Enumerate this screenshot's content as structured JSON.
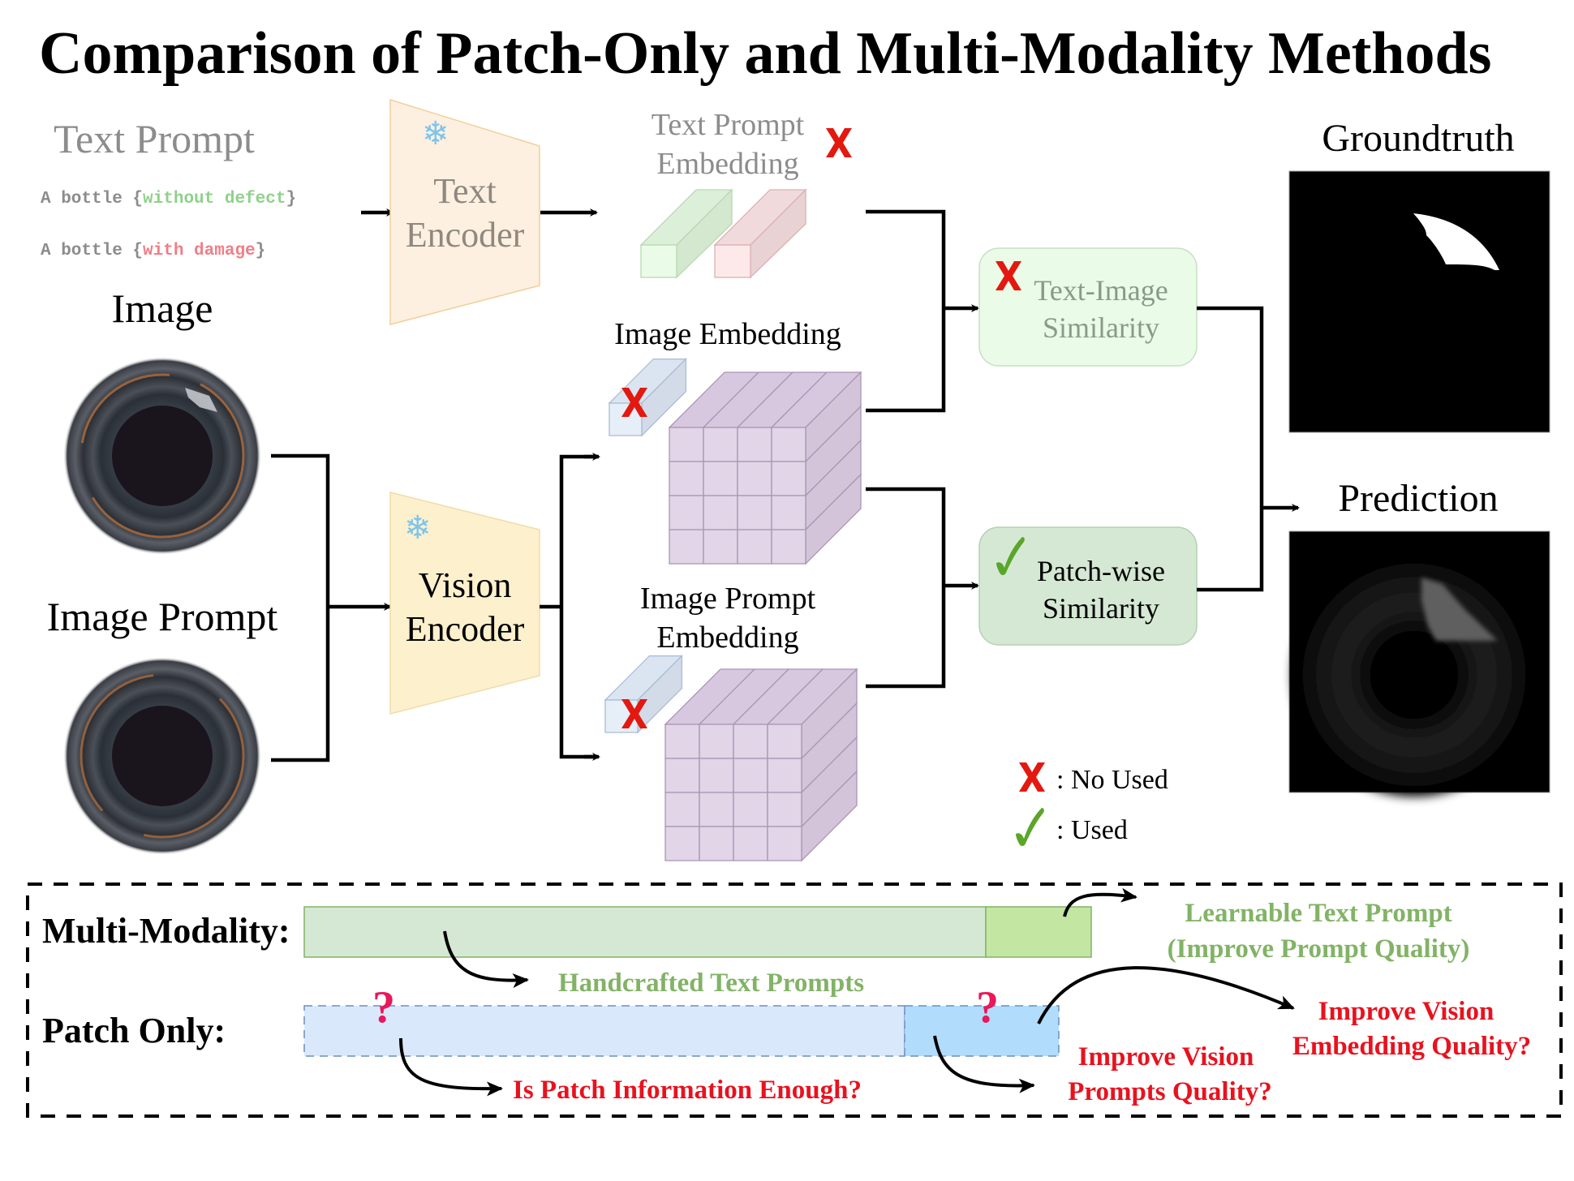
{
  "title": "Comparison of Patch-Only and Multi-Modality Methods",
  "text_prompt": {
    "heading": "Text Prompt",
    "lines": [
      {
        "prefix": "A bottle {",
        "highlight": "without defect",
        "suffix": "}",
        "highlight_color": "#8fd18a"
      },
      {
        "prefix": "A bottle {",
        "highlight": "with damage",
        "suffix": "}",
        "highlight_color": "#f07e86"
      }
    ]
  },
  "text_encoder": {
    "line1": "Text",
    "line2": "Encoder",
    "frozen_icon": "snowflake-icon"
  },
  "vision_encoder": {
    "line1": "Vision",
    "line2": "Encoder",
    "frozen_icon": "snowflake-icon"
  },
  "image_label": "Image",
  "image_prompt_label": "Image Prompt",
  "text_prompt_embedding": {
    "line1": "Text Prompt",
    "line2": "Embedding",
    "status": "not-used"
  },
  "image_embedding_label": "Image Embedding",
  "image_prompt_embedding": {
    "line1": "Image Prompt",
    "line2": "Embedding"
  },
  "similarity": {
    "text_image": {
      "line1": "Text-Image",
      "line2": "Similarity",
      "status": "not-used"
    },
    "patch_wise": {
      "line1": "Patch-wise",
      "line2": "Similarity",
      "status": "used"
    }
  },
  "groundtruth_label": "Groundtruth",
  "prediction_label": "Prediction",
  "legend": [
    {
      "icon": "cross-icon",
      "label": ": No Used",
      "color": "#e3180f"
    },
    {
      "icon": "check-icon",
      "label": ": Used",
      "color": "#5aa62a"
    }
  ],
  "bottom_panel": {
    "multi_modality": {
      "label": "Multi-Modality:",
      "handcrafted": "Handcrafted Text Prompts",
      "learnable_line1": "Learnable Text Prompt",
      "learnable_line2": "(Improve Prompt Quality)"
    },
    "patch_only": {
      "label": "Patch Only:",
      "question_mark": "?",
      "q1": "Is Patch Information Enough?",
      "q2_line1": "Improve Vision",
      "q2_line2": "Prompts Quality?",
      "q3_line1": "Improve Vision",
      "q3_line2": "Embedding Quality?"
    }
  },
  "colors": {
    "encoder_text_fill": "#fdf0e0",
    "encoder_vision_fill": "#fdf0cc",
    "similarity_unused_fill": "#eafbe8",
    "similarity_used_fill": "#d5e8d4",
    "cube_fill": "#e1d5e7",
    "cls_token_fill": "#e6eef8",
    "cross": "#e3180f",
    "check": "#5aa62a",
    "question": "#e8185a"
  }
}
